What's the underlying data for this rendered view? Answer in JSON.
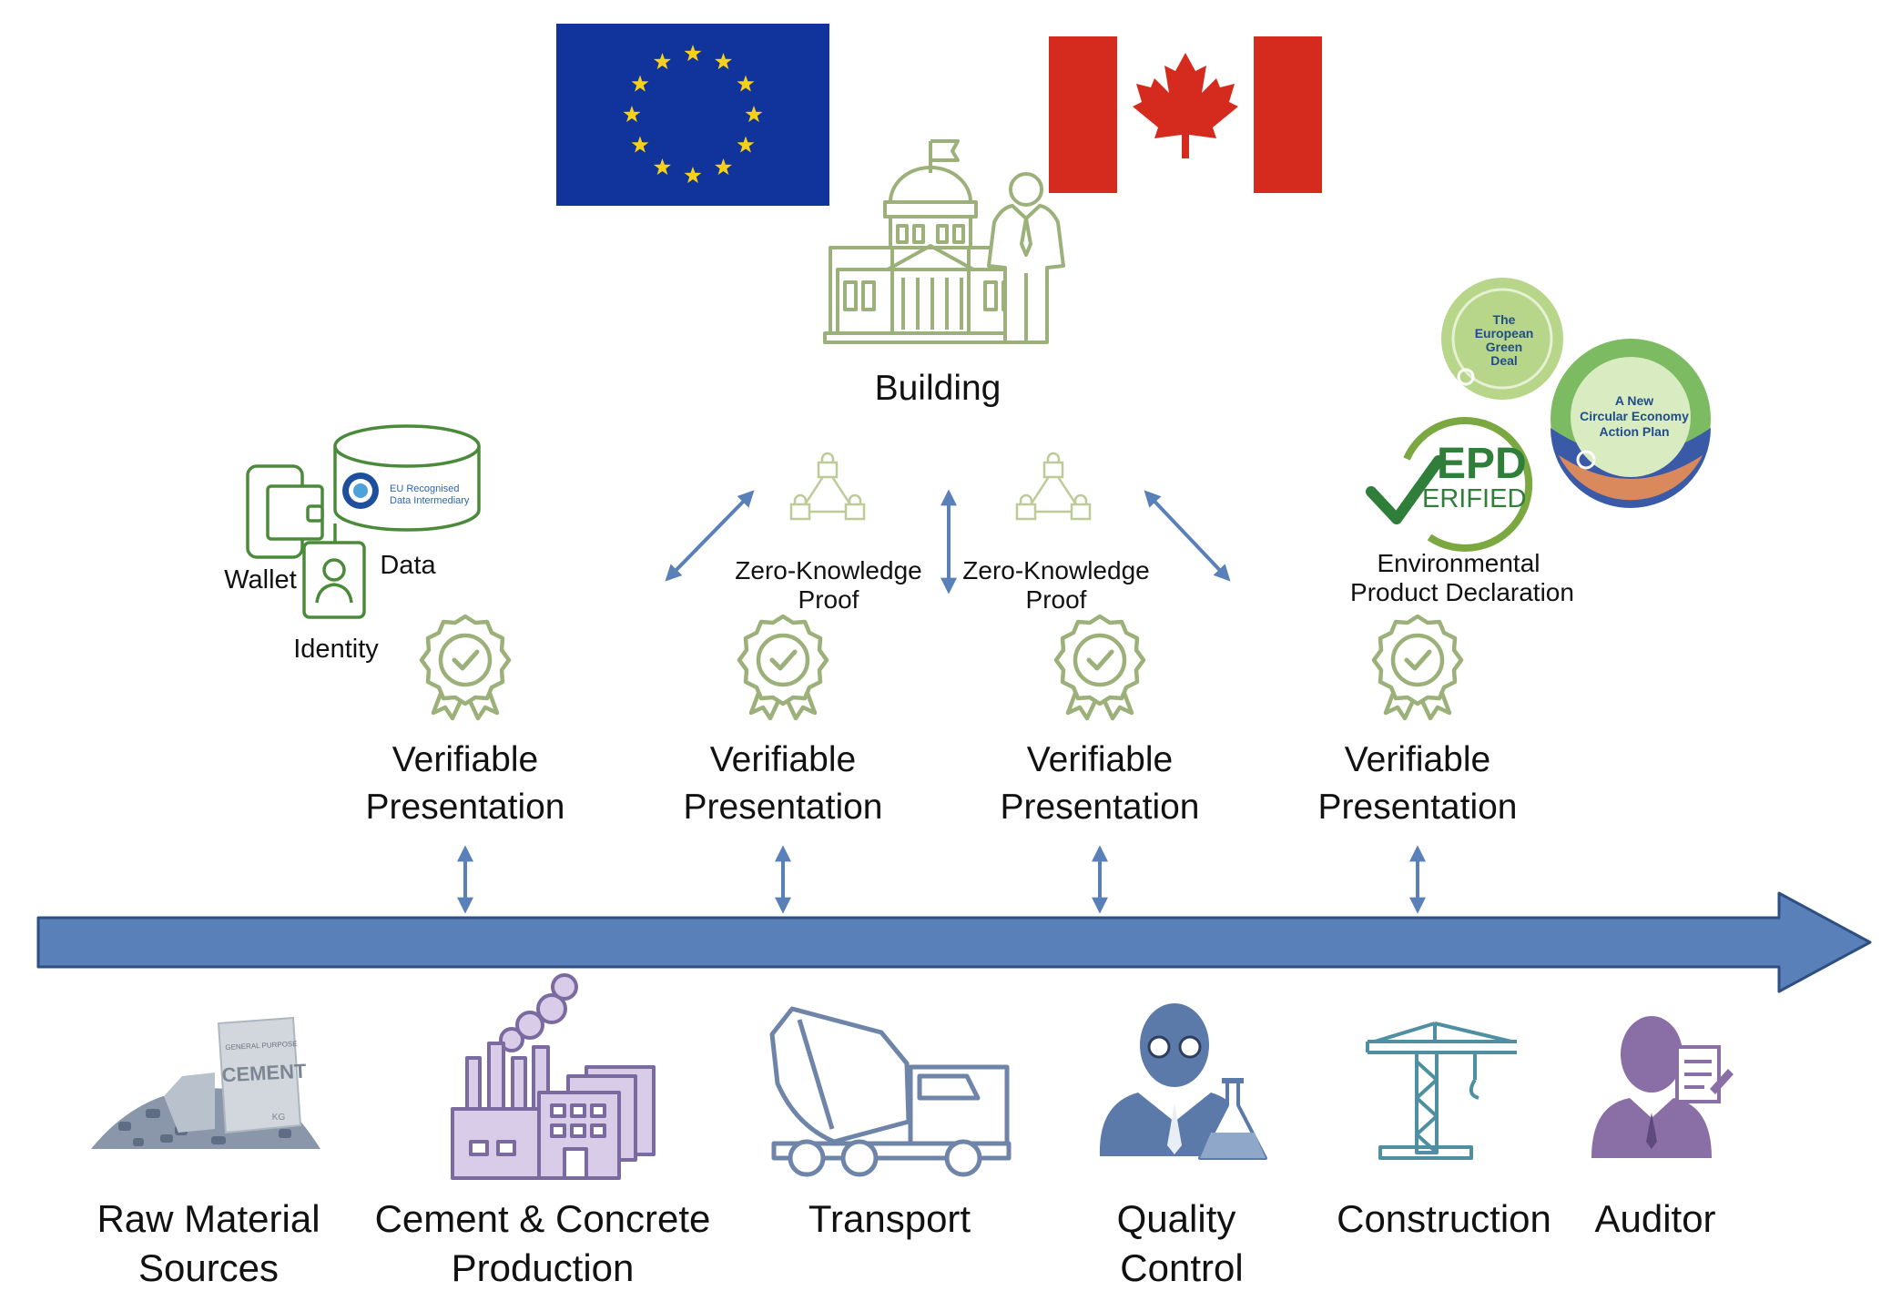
{
  "colors": {
    "eu_blue": "#10349b",
    "eu_star": "#f7d117",
    "canada_red": "#d52b1e",
    "icon_green": "#9cb07a",
    "dark_green": "#4b8a3a",
    "arrow_blue": "#5a80b9",
    "icon_slate": "#6e84a8",
    "icon_purple": "#7b6aa0",
    "icon_teal": "#4e8fa2"
  },
  "top": {
    "flags": [
      "eu-flag",
      "canada-flag"
    ],
    "building_label": "Building"
  },
  "data_cluster": {
    "wallet_label": "Wallet",
    "data_label": "Data",
    "identity_label": "Identity",
    "intermediary_line1": "EU Recognised",
    "intermediary_line2": "Data Intermediary"
  },
  "zkp": [
    {
      "line1": "Zero-Knowledge",
      "line2": "Proof"
    },
    {
      "line1": "Zero-Knowledge",
      "line2": "Proof"
    }
  ],
  "epd": {
    "logo_top": "EPD",
    "logo_bottom": "ERIFIED",
    "caption_line1": "Environmental",
    "caption_line2": "Product Declaration",
    "green_deal_badge": [
      "The",
      "European",
      "Green",
      "Deal"
    ],
    "circular_badge": [
      "A New",
      "Circular Economy",
      "Action Plan"
    ]
  },
  "presentations": [
    {
      "line1": "Verifiable",
      "line2": "Presentation"
    },
    {
      "line1": "Verifiable",
      "line2": "Presentation"
    },
    {
      "line1": "Verifiable",
      "line2": "Presentation"
    },
    {
      "line1": "Verifiable",
      "line2": "Presentation"
    }
  ],
  "cement_bag": {
    "small_text": "GENERAL PURPOSE",
    "big_text": "CEMENT",
    "weight_text": "KG"
  },
  "stages": [
    {
      "line1": "Raw Material",
      "line2": "Sources",
      "icon": "cement-pile-icon"
    },
    {
      "line1": "Cement & Concrete",
      "line2": "Production",
      "icon": "factory-icon"
    },
    {
      "line1": "Transport",
      "line2": "",
      "icon": "mixer-truck-icon"
    },
    {
      "line1": "Quality",
      "line2": "Control",
      "icon": "scientist-icon"
    },
    {
      "line1": "Construction",
      "line2": "",
      "icon": "crane-icon"
    },
    {
      "line1": "Auditor",
      "line2": "",
      "icon": "auditor-icon"
    }
  ]
}
